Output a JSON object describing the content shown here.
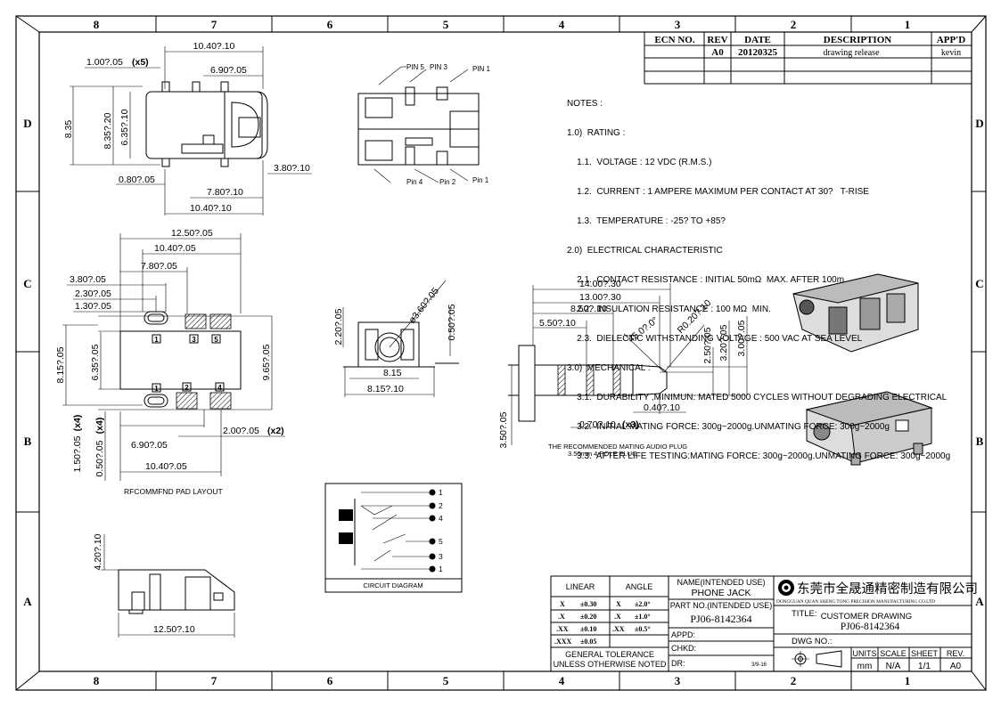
{
  "border": {
    "columns_top": [
      "8",
      "7",
      "6",
      "5",
      "4",
      "3",
      "2",
      "1"
    ],
    "columns_bottom": [
      "8",
      "7",
      "6",
      "5",
      "4",
      "3",
      "2",
      "1"
    ],
    "rows_left": [
      "D",
      "C",
      "B",
      "A"
    ],
    "rows_right": [
      "D",
      "C",
      "B",
      "A"
    ]
  },
  "revision_table": {
    "headers": [
      "ECN NO.",
      "REV",
      "DATE",
      "DESCRIPTION",
      "APP'D"
    ],
    "row": {
      "ecn": "",
      "rev": "A0",
      "date": "20120325",
      "description": "drawing release",
      "approved": "kevin"
    }
  },
  "notes": [
    "NOTES :",
    "1.0)  RATING :",
    "    1.1.  VOLTAGE : 12 VDC (R.M.S.)",
    "    1.2.  CURRENT : 1 AMPERE MAXIMUM PER CONTACT AT 30?   T-RISE",
    "    1.3.  TEMPERATURE : -25? TO +85?",
    "2.0)  ELECTRICAL CHARACTERISTIC",
    "    2.1.  CONTACT RESISTANCE : INITIAL 50mΩ  MAX. AFTER 100m",
    "    2.2.  INSULATION RESISTANCE : 100 MΩ  MIN.",
    "    2.3.  DIELECTIC WITHSTANDING VOLTAGE : 500 VAC AT SEA LEVEL",
    "3.0)  MECHANICAL :",
    "    3.1.  DURABILITY ,MINIMUN: MATED 5000 CYCLES WITHOUT DEGRADING ELECTRICAL",
    "    3.2.  INITIAL:MATING FORCE: 300g~2000g.UNMATING FORCE: 300g~2000g",
    "    3.3.  AFTER LIFE TESTING:MATING FORCE: 300g~2000g.UNMATING FORCE: 300g~2000g"
  ],
  "top_view": {
    "dims": {
      "d1": "10.40?.10",
      "d2": "1.00?.05",
      "d2x": "(x5)",
      "d3": "6.90?.05",
      "d4": "8.35",
      "d5": "8.35?.20",
      "d6": "6.35?.10",
      "d7": "3.80?.10",
      "d8": "0.80?.05",
      "d9": "7.80?.10",
      "d10": "10.40?.10"
    }
  },
  "pin_view": {
    "pins": [
      "PIN 5",
      "PIN 3",
      "PIN 1",
      "Pin 4",
      "Pin 2",
      "Pin 1"
    ]
  },
  "pad_layout": {
    "dims": {
      "a": "12.50?.05",
      "b": "10.40?.05",
      "c": "7.80?.05",
      "d": "3.80?.05",
      "e": "2.30?.05",
      "f": "1.30?.05",
      "g": "8.15?.05",
      "h": "6.35?.05",
      "i": "9.65?.05",
      "j": "6.90?.05",
      "k": "2.00?.05",
      "kx": "(x2)",
      "l": "1.50?.05",
      "lx": "(x4)",
      "m": "0.50?.05",
      "mx": "(x4)",
      "n": "10.40?.05"
    },
    "pad_labels_top": [
      "1",
      "3",
      "5"
    ],
    "pad_labels_bottom": [
      "1",
      "2",
      "4"
    ],
    "caption": "RFCOMMFND   PAD   LAYOUT"
  },
  "front_view": {
    "dims": {
      "a": "2.20?.05",
      "b": "ø3.60?.05",
      "c": "0.50?.05",
      "d": "8.15",
      "e": "8.15?.10"
    }
  },
  "plug": {
    "dims": {
      "a": "14.00?.30",
      "b": "13.00?.30",
      "c": "8.50?.10",
      "d": "5.50?.10",
      "e": "45.0?.0°",
      "f": "R0.20?.10",
      "g": "2.50?.05",
      "h": "3.20?.05",
      "i": "3.00?.05",
      "j": "0.40?.10",
      "k": "0.70?.10",
      "kx": "(x3)",
      "l": "3.50?.05"
    },
    "caption1": "THE RECOMMENDED MATING AUDIO PLUG",
    "caption2": "3.50mm 4 POLE PLUG"
  },
  "side_view": {
    "dims": {
      "a": "4.20?.10",
      "b": "12.50?.10"
    }
  },
  "circuit": {
    "title": "CIRCUIT DIAGRAM",
    "pins": [
      "1",
      "2",
      "4",
      "5",
      "3",
      "1"
    ]
  },
  "title_block": {
    "linear": "LINEAR",
    "angle": "ANGLE",
    "tol_rows": [
      {
        "l": "X",
        "lv": "±0.30",
        "a": "X",
        "av": "±2.0°"
      },
      {
        "l": ".X",
        "lv": "±0.20",
        "a": ".X",
        "av": "±1.0°"
      },
      {
        "l": ".XX",
        "lv": "±0.10",
        "a": ".XX",
        "av": "±0.5°"
      },
      {
        "l": ".XXX",
        "lv": "±0.05",
        "a": "",
        "av": ""
      }
    ],
    "general1": "GENERAL  TOLERANCE",
    "general2": "UNLESS OTHERWISE NOTED",
    "name_label": "NAME(INTENDED USE)",
    "name_value": "PHONE  JACK",
    "part_label": "PART NO.(INTENDED USE)",
    "part_value": "PJ06-8142364",
    "appd": "APPD:",
    "chkd": "CHKD:",
    "dr": "DR:",
    "dr_date": "3/9-16",
    "company_cn": "东莞市全晟通精密制造有限公司",
    "company_en": "DONGGUAN QUAN SHENG TONG PRECISION  MANUFACTURING CO.LTD",
    "title_label": "TITLE:",
    "title_value": "CUSTOMER  DRAWING",
    "title_part": "PJ06-8142364",
    "dwg": "DWG NO.:",
    "units_label": "UNITS",
    "units_value": "mm",
    "scale_label": "SCALE",
    "scale_value": "N/A",
    "sheet_label": "SHEET",
    "sheet_value": "1/1",
    "rev_label": "REV.",
    "rev_value": "A0"
  }
}
